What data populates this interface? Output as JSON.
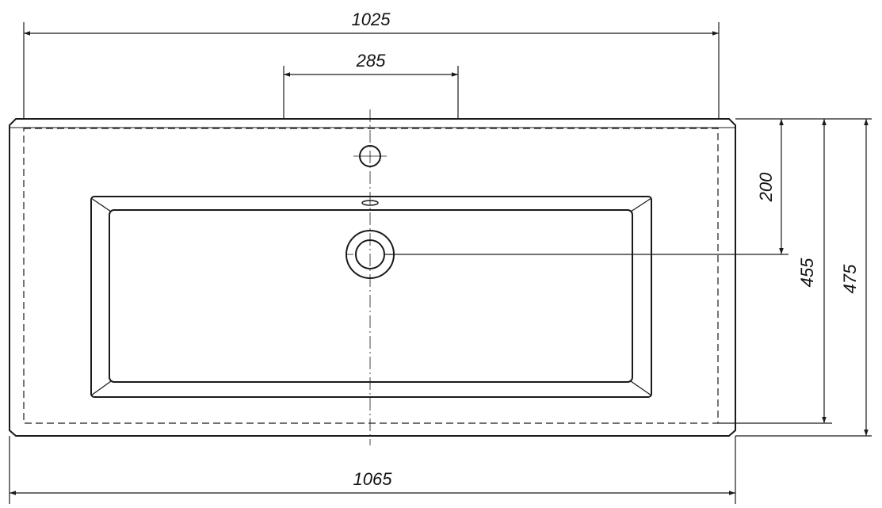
{
  "drawing": {
    "dimensions": {
      "overall_top_width": "1025",
      "tap_zone_width": "285",
      "overall_bottom_width": "1065",
      "tap_to_drain_depth": "200",
      "inner_depth": "455",
      "total_depth": "475"
    },
    "colors": {
      "line": "#1a1a1a",
      "background": "#ffffff"
    }
  }
}
